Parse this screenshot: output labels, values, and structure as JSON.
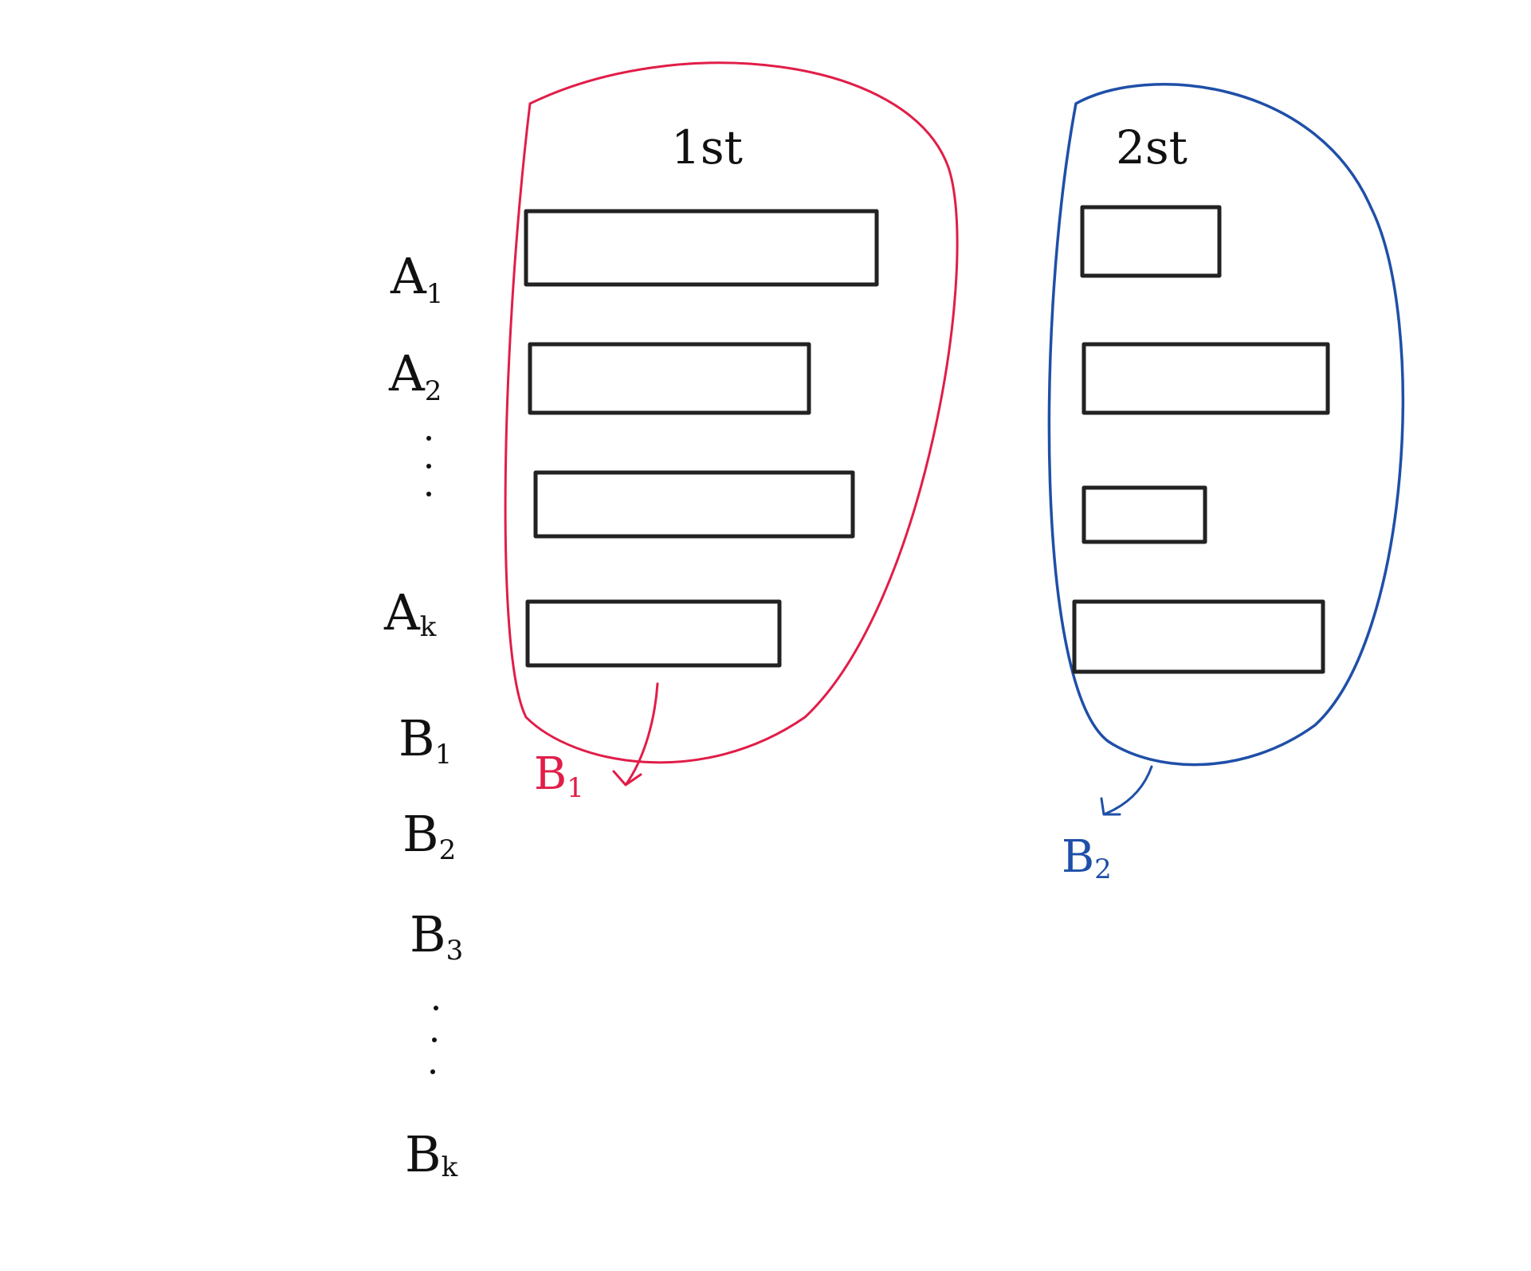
{
  "groups": [
    {
      "title": "1st",
      "outline_color": "#e11d48",
      "output": {
        "label": "B",
        "sub": "1"
      },
      "bars": 4
    },
    {
      "title": "2st",
      "outline_color": "#1f4fa8",
      "output": {
        "label": "B",
        "sub": "2"
      },
      "bars": 4
    }
  ],
  "row_labels": {
    "a1": {
      "label": "A",
      "sub": "1"
    },
    "a2": {
      "label": "A",
      "sub": "2"
    },
    "ak": {
      "label": "A",
      "sub": "k"
    },
    "b1": {
      "label": "B",
      "sub": "1"
    },
    "b2": {
      "label": "B",
      "sub": "2"
    },
    "b3": {
      "label": "B",
      "sub": "3"
    },
    "bk": {
      "label": "B",
      "sub": "k"
    }
  }
}
